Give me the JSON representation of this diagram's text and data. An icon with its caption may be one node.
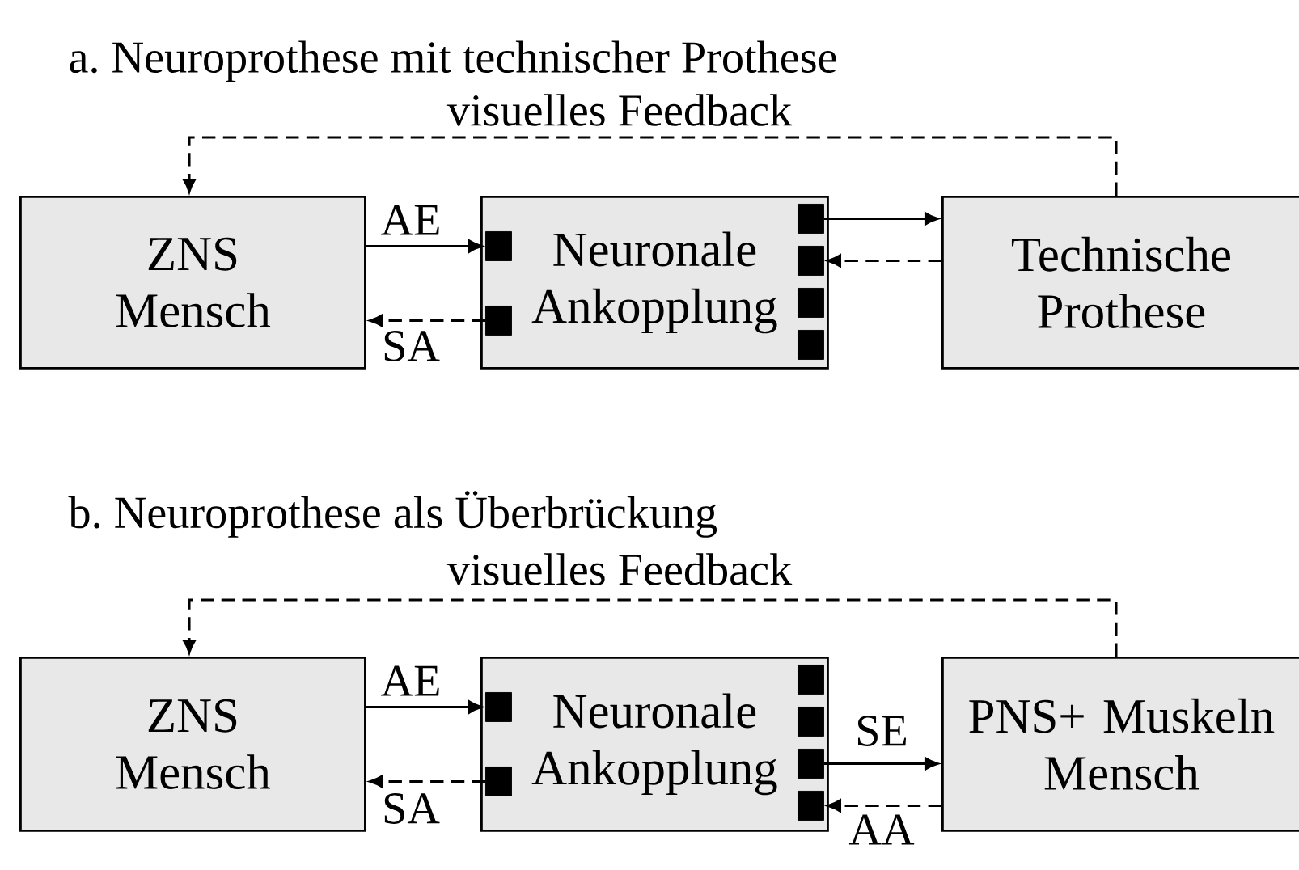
{
  "diagram": {
    "nodes": [
      {
        "text": [
          "ZNS Mensch"
        ]
      },
      {
        "text": [
          "Neuronale Ankopplung"
        ]
      },
      {
        "text": [],
        "shape": "box",
        "in": 1
      },
      {
        "text": [],
        "shape": "box",
        "in": 1
      },
      {
        "text": [],
        "shape": "box",
        "in": 1
      },
      {
        "text": [],
        "shape": "box",
        "in": 1
      },
      {
        "text": [],
        "shape": "box",
        "in": 1
      },
      {
        "text": [],
        "shape": "box",
        "in": 1
      },
      {
        "text": [
          "Technische Prothese"
        ]
      },
      {
        "text": [
          "ZNS Mensch"
        ]
      },
      {
        "text": [
          "Neuronale Ankopplung"
        ]
      },
      {
        "text": [],
        "shape": "box",
        "in": 10
      },
      {
        "text": [],
        "shape": "box",
        "in": 10
      },
      {
        "text": [],
        "shape": "box",
        "in": 10
      },
      {
        "text": [],
        "shape": "box",
        "in": 10
      },
      {
        "text": [],
        "shape": "box",
        "in": 10
      },
      {
        "text": [],
        "shape": "box",
        "in": 10
      },
      {
        "text": [
          "PNS+ Muskeln Mensch"
        ]
      }
    ],
    "edges": [
      {
        "from": 8,
        "to": 0,
        "arrow": "to",
        "style": "dashed",
        "label": "visuelles Feedback"
      },
      {
        "from": 0,
        "to": 2,
        "arrow": "to",
        "label": "AE"
      },
      {
        "from": 3,
        "to": 0,
        "arrow": "to",
        "style": "dashed",
        "label": "SA"
      },
      {
        "from": 4,
        "to": 8,
        "arrow": "to"
      },
      {
        "from": 8,
        "to": 5,
        "arrow": "to",
        "style": "dashed"
      },
      {
        "from": 17,
        "to": 9,
        "arrow": "to",
        "style": "dashed",
        "label": "visuelles Feedback"
      },
      {
        "from": 9,
        "to": 11,
        "arrow": "to",
        "label": "AE"
      },
      {
        "from": 12,
        "to": 9,
        "arrow": "to",
        "style": "dashed",
        "label": "SA"
      },
      {
        "from": 15,
        "to": 17,
        "arrow": "to",
        "label": "SE"
      },
      {
        "from": 17,
        "to": 16,
        "arrow": "to",
        "style": "dashed",
        "label": "AA"
      }
    ],
    "labels": [
      "a. Neuroprothese mit technischer Prothese",
      "b. Neuroprothese als Überbrückung"
    ]
  }
}
